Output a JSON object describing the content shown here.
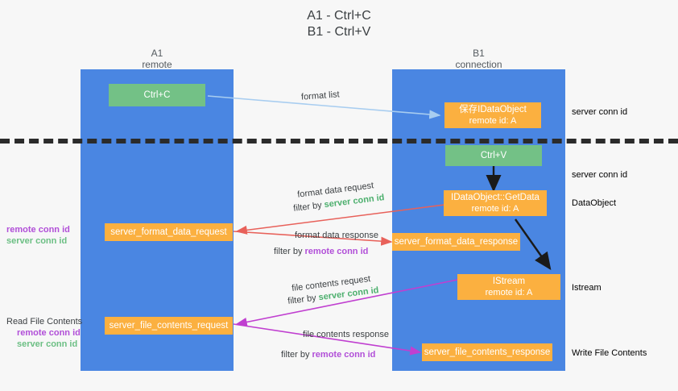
{
  "title": {
    "line1": "A1 - Ctrl+C",
    "line2": "B1 - Ctrl+V"
  },
  "columns": {
    "left": {
      "name": "A1",
      "role": "remote"
    },
    "right": {
      "name": "B1",
      "role": "connection"
    }
  },
  "boxes": {
    "ctrl_c": {
      "label": "Ctrl+C",
      "color": "#73c186"
    },
    "ctrl_v": {
      "label": "Ctrl+V",
      "color": "#73c186"
    },
    "save_dataobject": {
      "line1": "保存IDataObject",
      "line2": "remote id: A",
      "color": "#fbb040"
    },
    "getdata": {
      "line1": "IDataObject::GetData",
      "line2": "remote id: A",
      "color": "#fbb040"
    },
    "istream": {
      "line1": "IStream",
      "line2": "remote id: A",
      "color": "#fbb040"
    },
    "format_data_request": {
      "label": "server_format_data_request",
      "color": "#fbb040"
    },
    "format_data_response": {
      "label": "server_format_data_response",
      "color": "#fbb040"
    },
    "file_contents_request": {
      "label": "server_file_contents_request",
      "color": "#fbb040"
    },
    "file_contents_response": {
      "label": "server_file_contents_response",
      "color": "#fbb040"
    }
  },
  "arrow_labels": {
    "format_list": "format list",
    "format_data_request": "format data request",
    "format_data_request_filter_prefix": "filter by ",
    "format_data_request_filter_value": "server conn id",
    "format_data_response": "format data response",
    "format_data_response_filter_prefix": "filter by ",
    "format_data_response_filter_value": "remote conn id",
    "file_contents_request": "file contents request",
    "file_contents_request_filter_prefix": "filter by ",
    "file_contents_request_filter_value": "server conn id",
    "file_contents_response": "file contents response",
    "file_contents_response_filter_prefix": "filter by ",
    "file_contents_response_filter_value": "remote conn id"
  },
  "side_labels": {
    "left_mid_remote": "remote conn id",
    "left_mid_server": "server conn id",
    "left_low_title": "Read File Contents",
    "left_low_remote": "remote conn id",
    "left_low_server": "server conn id",
    "right_top_server": "server conn id",
    "right_second_server": "server conn id",
    "right_dataobject": "DataObject",
    "right_istream": "Istream",
    "right_write_file": "Write File Contents"
  },
  "colors": {
    "column_blue": "#4a86e2",
    "orange": "#fbb040",
    "green_box": "#73c186",
    "green_text": "#6cbf84",
    "purple_text": "#b14fd8",
    "red_arrow": "#e8615a",
    "magenta_arrow": "#c03fd0",
    "light_blue_arrow": "#a8cdf0",
    "black_arrow": "#1a1a1a",
    "background": "#f7f7f7"
  }
}
